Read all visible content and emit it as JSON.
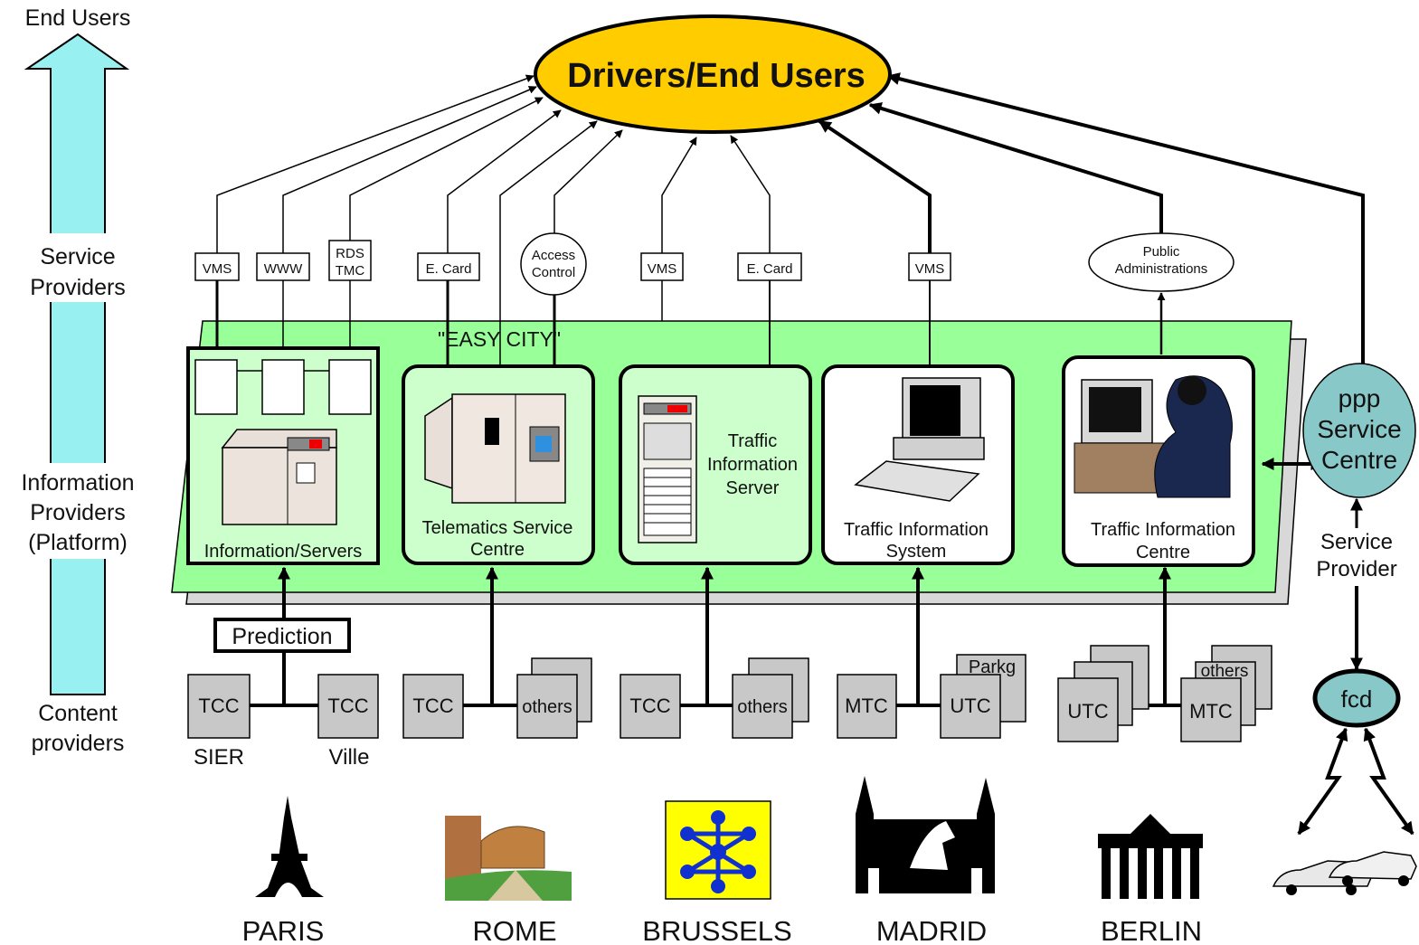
{
  "left_axis": {
    "end_users": "End Users",
    "service_providers": [
      "Service",
      "Providers"
    ],
    "information_providers": [
      "Information",
      "Providers",
      "(Platform)"
    ],
    "content_providers": [
      "Content",
      "providers"
    ]
  },
  "top_node": "Drivers/End Users",
  "easy_city_label": "\"EASY CITY\"",
  "service_boxes": {
    "vms_1": "VMS",
    "www": "WWW",
    "rds_tmc": [
      "RDS",
      "TMC"
    ],
    "ecard_1": "E. Card",
    "access_control": [
      "Access",
      "Control"
    ],
    "vms_2": "VMS",
    "ecard_2": "E. Card",
    "vms_3": "VMS",
    "public_admin": [
      "Public",
      "Administrations"
    ]
  },
  "platforms": {
    "paris": "Information/Servers",
    "rome": [
      "Telematics Service",
      "Centre"
    ],
    "brussels": [
      "Traffic",
      "Information",
      "Server"
    ],
    "madrid": [
      "Traffic Information",
      "System"
    ],
    "berlin": [
      "Traffic Information",
      "Centre"
    ]
  },
  "ppp": [
    "ppp",
    "Service",
    "Centre"
  ],
  "service_provider": [
    "Service",
    "Provider"
  ],
  "fcd": "fcd",
  "prediction": "Prediction",
  "content": {
    "paris_tcc1": "TCC",
    "paris_tcc2": "TCC",
    "sier": "SIER",
    "ville": "Ville",
    "rome_tcc": "TCC",
    "rome_others": "others",
    "brussels_tcc": "TCC",
    "brussels_others": "others",
    "madrid_mtc": "MTC",
    "madrid_utc": "UTC",
    "madrid_parkg": "Parkg",
    "berlin_utc": "UTC",
    "berlin_mtc": "MTC",
    "berlin_others": "others"
  },
  "cities": [
    "PARIS",
    "ROME",
    "BRUSSELS",
    "MADRID",
    "BERLIN"
  ],
  "colors": {
    "arrow_cyan": "#99f0f0",
    "platform_green": "#99ff99",
    "box_green": "#ccffcc",
    "ellipse_yellow": "#ffcc00",
    "ppp_teal": "#88c8c8",
    "content_gray": "#c8c8c8",
    "brussels_yellow": "#ffff00",
    "atomium_blue": "#1030d0"
  }
}
